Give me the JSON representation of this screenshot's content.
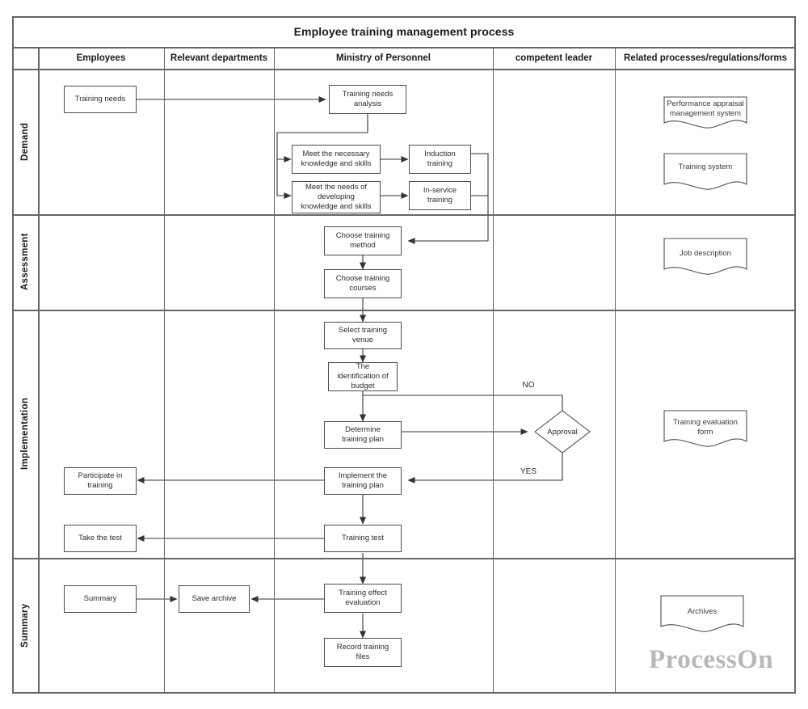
{
  "diagram": {
    "title": "Employee training management process",
    "type": "cross-functional-flowchart",
    "watermark": "ProcessOn"
  },
  "columns": [
    {
      "id": "lane-label",
      "label": ""
    },
    {
      "id": "employees",
      "label": "Employees"
    },
    {
      "id": "relevant-departments",
      "label": "Relevant departments"
    },
    {
      "id": "ministry-of-personnel",
      "label": "Ministry of Personnel"
    },
    {
      "id": "competent-leader",
      "label": "competent leader"
    },
    {
      "id": "related",
      "label": "Related processes/regulations/forms"
    }
  ],
  "lanes": [
    {
      "id": "demand",
      "label": "Demand"
    },
    {
      "id": "assessment",
      "label": "Assessment"
    },
    {
      "id": "implementation",
      "label": "Implementation"
    },
    {
      "id": "summary",
      "label": "Summary"
    }
  ],
  "nodes": {
    "training_needs": "Training needs",
    "training_needs_analysis": "Training needs\nanalysis",
    "meet_necessary": "Meet the necessary\nknowledge and skills",
    "meet_developing": "Meet the needs of\ndeveloping\nknowledge and skills",
    "induction_training": "Induction\ntraining",
    "in_service_training": "In-service\ntraining",
    "choose_training_method": "Choose training\nmethod",
    "choose_training_courses": "Choose training\ncourses",
    "select_training_venue": "Select training\nvenue",
    "identification_of_budget": "The\nidentification of\nbudget",
    "determine_training_plan": "Determine\ntraining plan",
    "approval": "Approval",
    "implement_training_plan": "Implement the\ntraining plan",
    "participate_in_training": "Participate in\ntraining",
    "training_test": "Training test",
    "take_the_test": "Take the test",
    "training_effect_evaluation": "Training effect\nevaluation",
    "record_training_files": "Record training\nfiles",
    "summary": "Summary",
    "save_archive": "Save archive"
  },
  "documents": {
    "performance_appraisal": "Performance appraisal\nmanagement system",
    "training_system": "Training system",
    "job_description": "Job description",
    "training_evaluation_form": "Training evaluation\nform",
    "archives": "Archives"
  },
  "edge_labels": {
    "no": "NO",
    "yes": "YES"
  },
  "colors": {
    "table_border": "#666666",
    "node_border": "#4d4d4d",
    "connector": "#333333",
    "text": "#2b2b2b",
    "background": "#ffffff",
    "watermark": "#b8b8b8"
  }
}
